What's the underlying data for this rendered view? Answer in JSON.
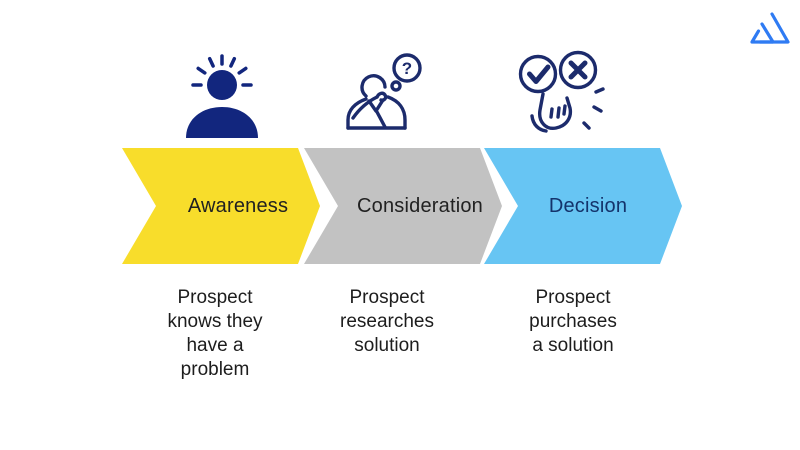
{
  "diagram": {
    "name": "buyer-journey-funnel",
    "background": "#ffffff"
  },
  "stages": [
    {
      "label": "Awareness",
      "arrow_color": "#F8DD2B",
      "label_color": "#212121",
      "icon": "person-with-idea-rays-icon",
      "description": "Prospect\nknows they\nhave a\nproblem"
    },
    {
      "label": "Consideration",
      "arrow_color": "#C2C2C2",
      "label_color": "#212121",
      "icon": "thinking-person-question-bubble-icon",
      "description": "Prospect\nresearches\nsolution"
    },
    {
      "label": "Decision",
      "arrow_color": "#67C5F3",
      "label_color": "#14336B",
      "icon": "hand-choosing-check-over-x-icon",
      "description": "Prospect\npurchases\na solution"
    }
  ],
  "icons": {
    "solid_color": "#12267E",
    "outline_color": "#1C2B6C",
    "question_mark": "?"
  },
  "logo": {
    "name": "mountain-brand-logo",
    "color": "#2F7BF3"
  }
}
